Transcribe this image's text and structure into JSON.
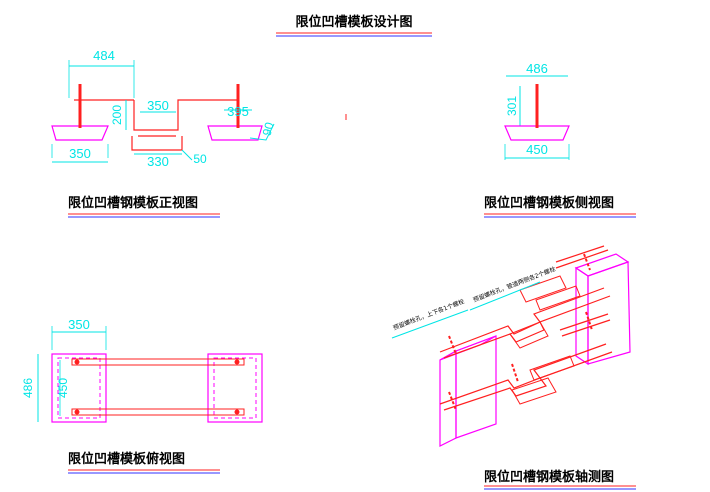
{
  "main_title": "限位凹槽模板设计图",
  "views": {
    "front": {
      "title": "限位凹槽钢模板正视图"
    },
    "side": {
      "title": "限位凹槽钢模板侧视图"
    },
    "plan": {
      "title": "限位凹槽模板俯视图"
    },
    "axo": {
      "title": "限位凹槽钢模板轴测图"
    }
  },
  "dimensions": {
    "front_top": "484",
    "front_left_base": "350",
    "front_groove_top": "350",
    "front_groove_depth": "200",
    "front_groove_bottom": "330",
    "front_right_top": "395",
    "front_right_90": "90",
    "front_50": "50",
    "side_top": "486",
    "side_height": "301",
    "side_base": "450",
    "plan_top": "350",
    "plan_left": "486",
    "plan_inner": "450"
  },
  "notes": {
    "axo_left": "预留螺栓孔，上下各1个螺栓",
    "axo_right": "预留螺栓孔，管道两侧各2个螺栓"
  },
  "colors": {
    "red": "#ff2020",
    "magenta": "#ff00ff",
    "cyan": "#00e5e5",
    "underline_red": "#ff2020",
    "underline_blue": "#3030ff"
  }
}
